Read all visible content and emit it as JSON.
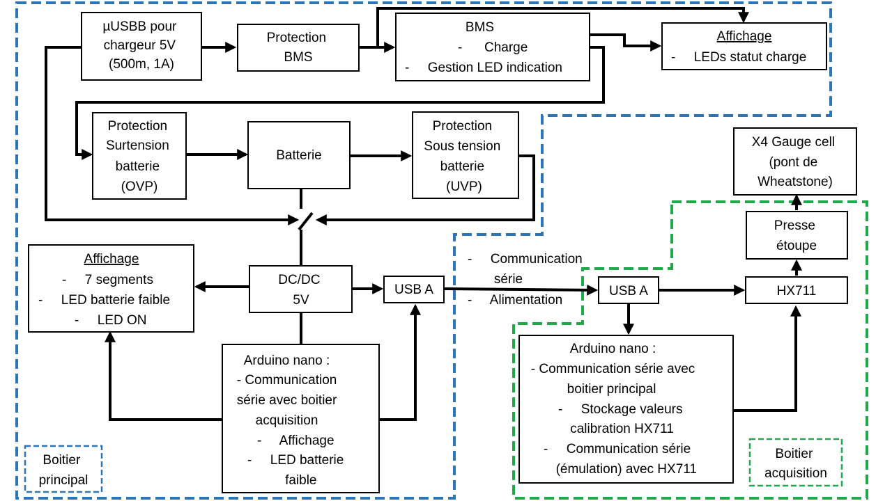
{
  "boxes": {
    "usb_charger": [
      "µUSBB pour",
      "chargeur 5V",
      "(500m, 1A)"
    ],
    "protection_bms": [
      "Protection",
      "BMS"
    ],
    "bms": [
      "BMS",
      "-      Charge",
      "-     Gestion LED indication"
    ],
    "affichage_top_title": "Affichage",
    "affichage_top_lines": [
      "-     LEDs statut charge"
    ],
    "ovp": [
      "Protection",
      "Surtension",
      "batterie",
      "(OVP)"
    ],
    "batterie": [
      "Batterie"
    ],
    "uvp": [
      "Protection",
      "Sous tension",
      "batterie",
      "(UVP)"
    ],
    "affichage_left_title": "Affichage",
    "affichage_left_lines": [
      "-     7 segments",
      "-     LED batterie faible",
      "-     LED ON"
    ],
    "dcdc": [
      "DC/DC",
      "5V"
    ],
    "usb_a_left": [
      "USB A"
    ],
    "arduino_left": [
      "Arduino nano :",
      "- Communication",
      "série avec boitier",
      "acquisition",
      "-     Affichage",
      "-     LED batterie",
      "faible"
    ],
    "gauge": [
      "X4 Gauge cell",
      "(pont de",
      "Wheatstone)"
    ],
    "presse": [
      "Presse",
      "étoupe"
    ],
    "usb_a_right": [
      "USB A"
    ],
    "hx711": [
      "HX711"
    ],
    "arduino_right": [
      "Arduino nano :",
      "- Communication série avec",
      "boitier principal",
      "-     Stockage valeurs",
      "calibration HX711",
      "-     Communication série",
      "(émulation) avec HX711"
    ]
  },
  "link_label": [
    "-     Communication",
    "série",
    "-     Alimentation"
  ],
  "labels": {
    "boitier_principal": [
      "Boitier",
      "principal"
    ],
    "boitier_acquisition": [
      "Boitier",
      "acquisition"
    ]
  },
  "colors": {
    "principal_border": "#2E75B6",
    "acquisition_border": "#21A84A"
  }
}
